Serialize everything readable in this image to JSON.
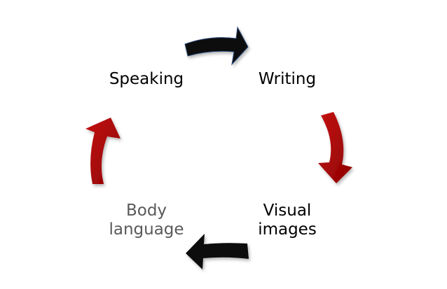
{
  "diagram": {
    "nodes": {
      "speaking": {
        "label": "Speaking",
        "muted": false
      },
      "writing": {
        "label": "Writing",
        "muted": false
      },
      "visual": {
        "lines": [
          "Visual",
          "images"
        ],
        "muted": false
      },
      "body": {
        "lines": [
          "Body",
          "language"
        ],
        "muted": true
      }
    },
    "arrows": [
      {
        "from": "speaking",
        "to": "writing",
        "color": "#0a0a0a"
      },
      {
        "from": "writing",
        "to": "visual",
        "color": "#b00000"
      },
      {
        "from": "visual",
        "to": "body",
        "color": "#0a0a0a"
      },
      {
        "from": "body",
        "to": "speaking",
        "color": "#b00000"
      }
    ],
    "colors": {
      "text": "#000000",
      "muted_text": "#595959",
      "arrow_dark": "#0a0a0a",
      "arrow_red": "#b00000",
      "background": "#ffffff"
    }
  }
}
